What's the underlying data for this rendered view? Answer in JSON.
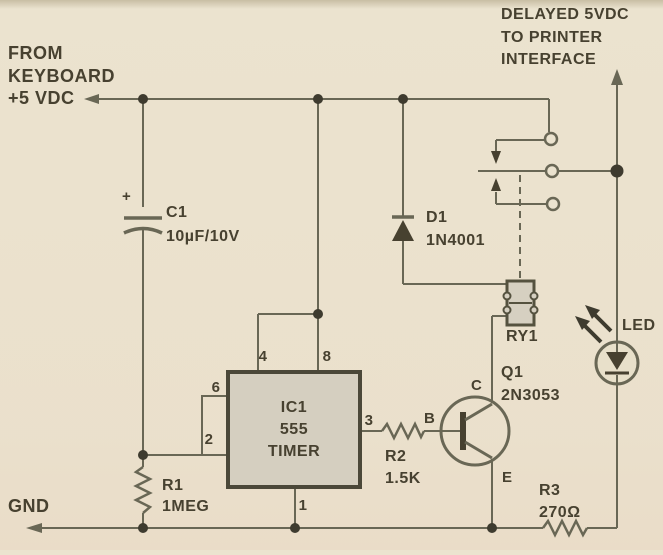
{
  "colors": {
    "background": "#ebe3cf",
    "wire": "#696755",
    "text": "#474130",
    "ic_fill": "#d5cfc0",
    "junction": "#3e3b2f"
  },
  "annotations": {
    "from": [
      "FROM",
      "KEYBOARD",
      "+5 VDC"
    ],
    "delayed": [
      "DELAYED 5VDC",
      "TO PRINTER",
      "INTERFACE"
    ],
    "gnd": "GND"
  },
  "components": {
    "c1": {
      "ref": "C1",
      "value": "10µF/10V",
      "polarity": "+"
    },
    "d1": {
      "ref": "D1",
      "value": "1N4001"
    },
    "r1": {
      "ref": "R1",
      "value": "1MEG"
    },
    "r2": {
      "ref": "R2",
      "value": "1.5K"
    },
    "r3": {
      "ref": "R3",
      "value": "270Ω"
    },
    "q1": {
      "ref": "Q1",
      "value": "2N3053",
      "terminals": {
        "b": "B",
        "c": "C",
        "e": "E"
      }
    },
    "ry1": {
      "ref": "RY1"
    },
    "led": {
      "ref": "LED"
    },
    "ic1": {
      "ref": "IC1",
      "part": "555",
      "type": "TIMER",
      "pins": {
        "p1": "1",
        "p2": "2",
        "p3": "3",
        "p4": "4",
        "p6": "6",
        "p8": "8"
      }
    }
  }
}
